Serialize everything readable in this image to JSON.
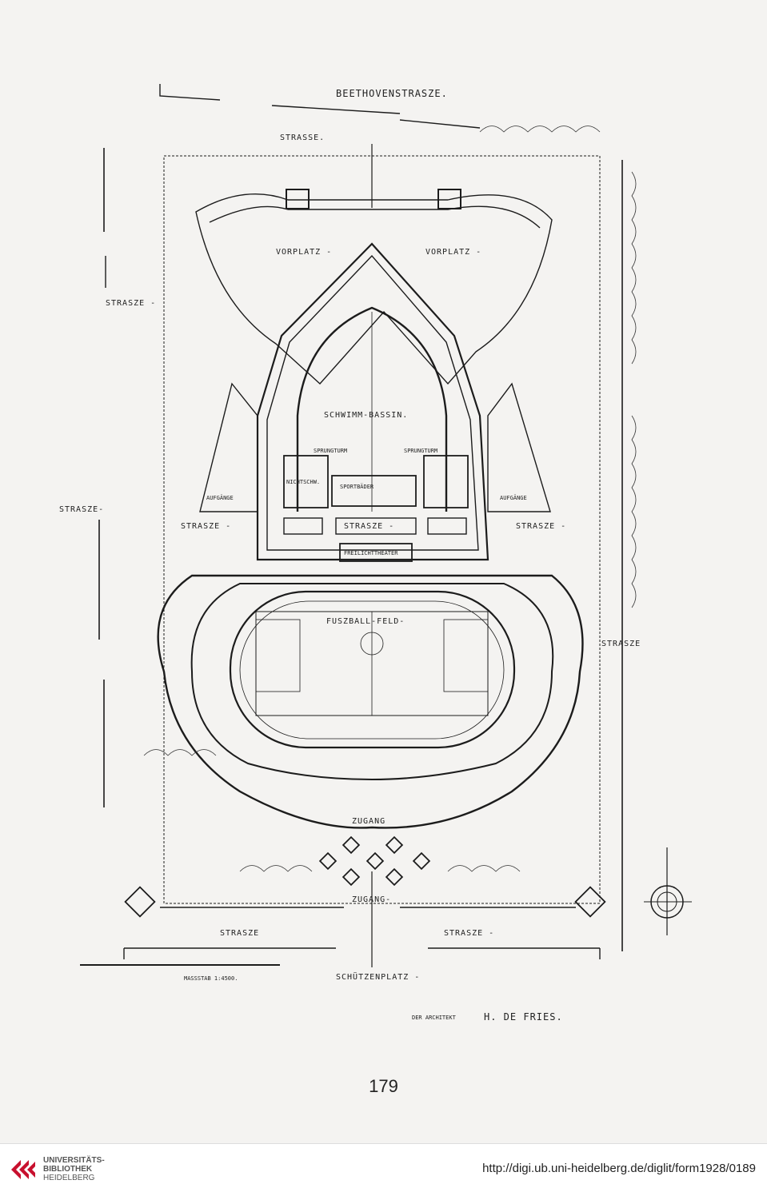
{
  "labels": {
    "street_top": "BEETHOVENSTRASZE.",
    "strasse_top": "STRASSE.",
    "vorplatz_left": "VORPLATZ -",
    "vorplatz_right": "VORPLATZ -",
    "strasse_left_upper": "STRASZE -",
    "strasse_left_lower": "STRASZE-",
    "schwimm": "SCHWIMM-BASSIN.",
    "sprungturm_l": "SPRUNGTURM",
    "sprungturm_r": "SPRUNGTURM",
    "nichtschw": "NICHTSCHW.",
    "sportbaeder": "SPORTBÄDER",
    "aufgaenge_l": "AUFGÄNGE",
    "aufgaenge_r": "AUFGÄNGE",
    "strasse_mid_l": "STRASZE -",
    "strasse_mid_c": "STRASZE -",
    "strasse_mid_r": "STRASZE -",
    "freilichttheater": "FREILICHTTHEATER",
    "fussball": "FUSZBALL-FELD-",
    "strasse_right": "STRASZE",
    "zugang_mid": "ZUGANG",
    "zugang_low": "ZUGANG-",
    "strasse_bot_l": "STRASZE",
    "strasse_bot_r": "STRASZE -",
    "massstab": "MASSSTAB 1:4500.",
    "schuetzenplatz": "SCHÜTZENPLATZ -",
    "architekt_prefix": "DER ARCHITEKT",
    "architekt_name": "H. DE FRIES."
  },
  "page_number": "179",
  "footer": {
    "logo_line1": "UNIVERSITÄTS-",
    "logo_line2": "BIBLIOTHEK",
    "logo_line3": "HEIDELBERG",
    "url": "http://digi.ub.uni-heidelberg.de/diglit/form1928/0189"
  },
  "colors": {
    "ink": "#1c1c1c",
    "paper": "#f4f3f1",
    "logo_red": "#c8102e"
  }
}
